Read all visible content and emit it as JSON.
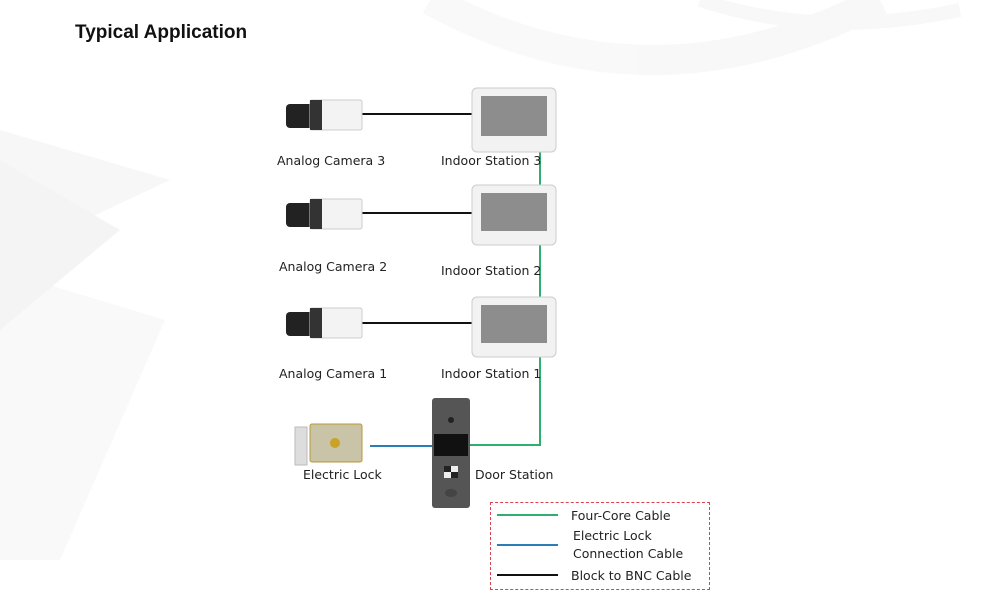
{
  "title": "Typical Application",
  "devices": {
    "cameras": [
      {
        "label": "Analog Camera 3"
      },
      {
        "label": "Analog Camera 2"
      },
      {
        "label": "Analog Camera 1"
      }
    ],
    "indoor_stations": [
      {
        "label": "Indoor Station 3"
      },
      {
        "label": "Indoor Station 2"
      },
      {
        "label": "Indoor Station 1"
      }
    ],
    "electric_lock": {
      "label": "Electric Lock"
    },
    "door_station": {
      "label": "Door Station"
    }
  },
  "legend": [
    {
      "label": "Four-Core Cable",
      "color": "#2fae6e"
    },
    {
      "label_line1": "Electric Lock",
      "label_line2": "Connection Cable",
      "color": "#2a7db5"
    },
    {
      "label": "Block to BNC Cable",
      "color": "#111111"
    }
  ]
}
